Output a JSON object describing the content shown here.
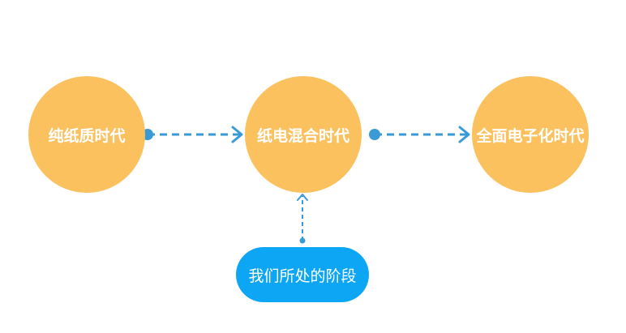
{
  "colors": {
    "stage_fill": "#FBC15E",
    "stage_text": "#FFFFFF",
    "connector": "#3A9AD6",
    "pill_fill": "#0DA6F4",
    "pill_text": "#FFFFFF"
  },
  "stages": [
    {
      "label": "纯纸质时代"
    },
    {
      "label": "纸电混合时代"
    },
    {
      "label": "全面电子化时代"
    }
  ],
  "current": {
    "label": "我们所处的阶段"
  },
  "connectors": [
    {
      "from": "纯纸质时代",
      "to": "纸电混合时代",
      "style": "dashed",
      "start_marker": "dot",
      "end_marker": "chevron"
    },
    {
      "from": "纸电混合时代",
      "to": "全面电子化时代",
      "style": "dashed",
      "start_marker": "dot",
      "end_marker": "chevron"
    },
    {
      "from": "我们所处的阶段",
      "to": "纸电混合时代",
      "style": "dashed",
      "start_marker": "dot",
      "end_marker": "chevron"
    }
  ]
}
